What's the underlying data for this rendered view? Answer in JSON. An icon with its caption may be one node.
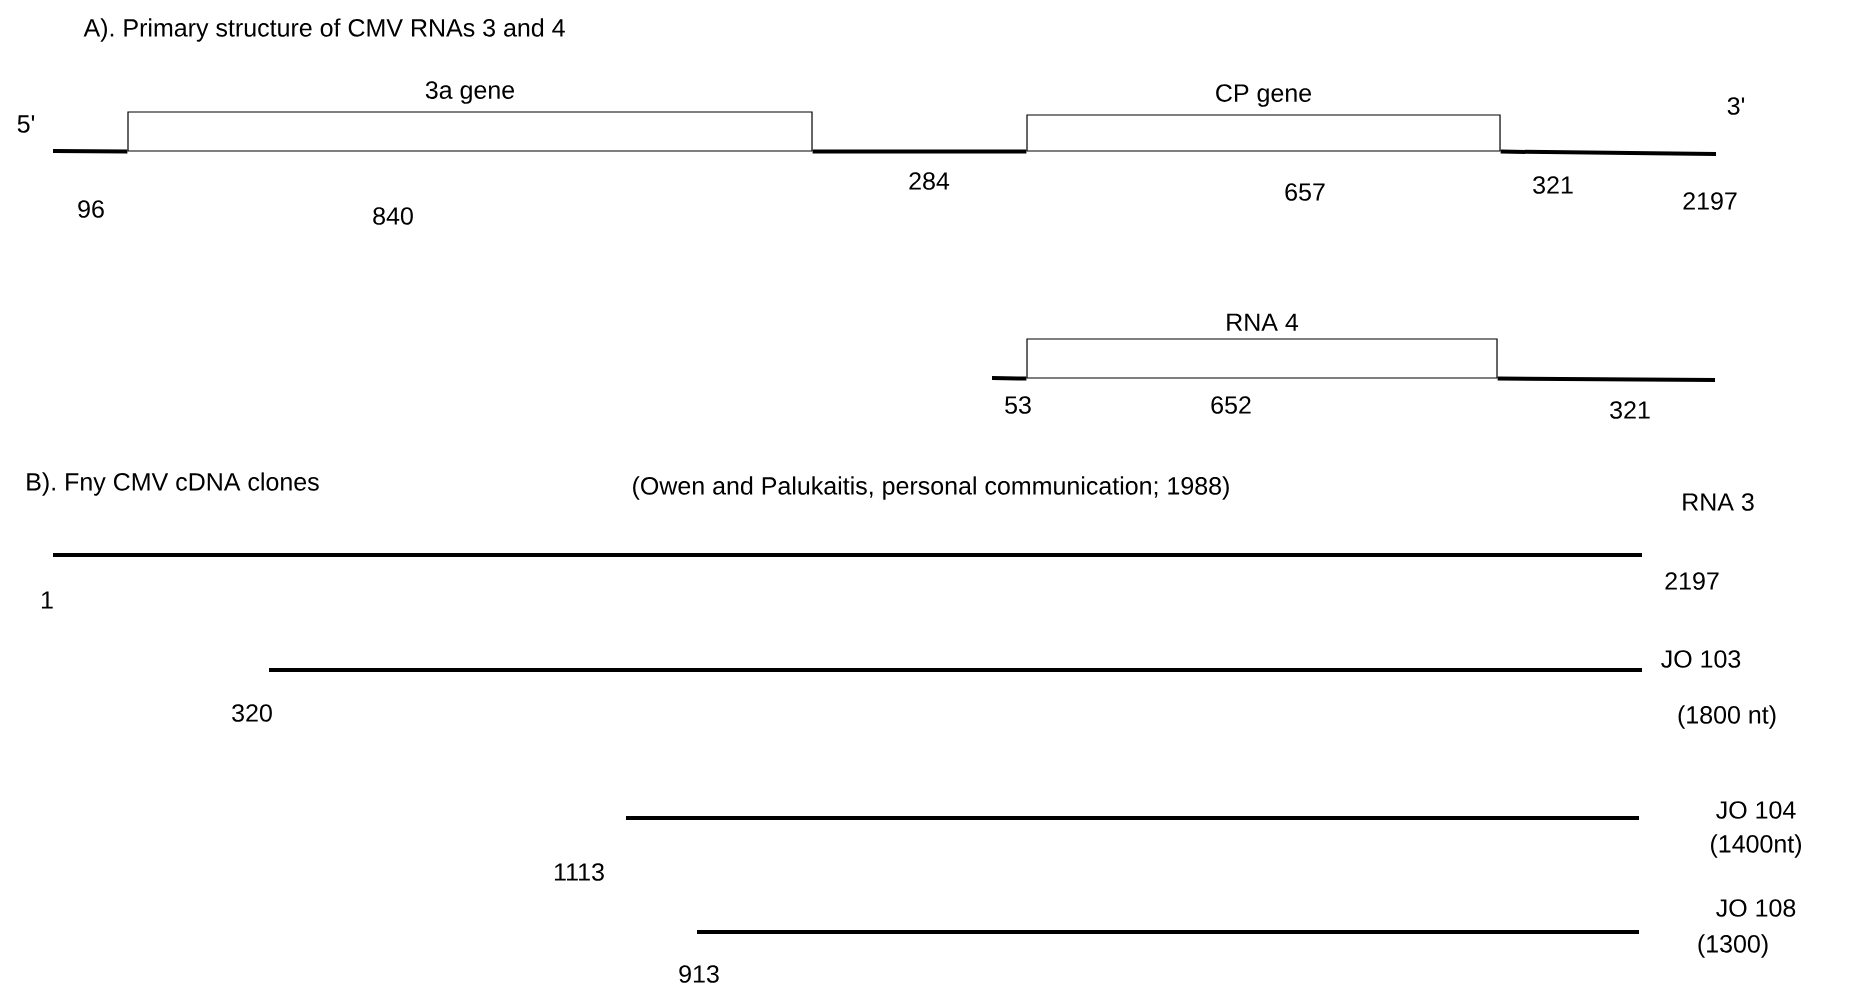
{
  "diagram": {
    "title": "A). Primary structure of CMV RNAs 3 and 4",
    "nodes": [
      {
        "text": [
          "3a gene"
        ],
        "beside": [
          "840"
        ]
      },
      {
        "text": [
          "CP gene"
        ],
        "beside": [
          "657"
        ]
      },
      {
        "text": [
          "RNA 4"
        ],
        "beside": [
          "652"
        ]
      }
    ],
    "edges": [
      {
        "from": null,
        "to": 0,
        "arrow": "none",
        "label": "96"
      },
      {
        "from": 0,
        "to": 1,
        "arrow": "none",
        "label": "284"
      },
      {
        "from": 1,
        "to": null,
        "arrow": "none",
        "label": "321"
      },
      {
        "from": null,
        "to": 2,
        "arrow": "none",
        "label": "53"
      },
      {
        "from": 2,
        "to": null,
        "arrow": "none",
        "label": "321"
      }
    ],
    "labels": [
      "5'",
      "3'",
      "2197",
      "B). Fny CMV cDNA clones",
      "(Owen and Palukaitis, personal communication; 1988)",
      "RNA 3",
      "1",
      "2197",
      "JO 103",
      "320",
      "(1800 nt)",
      "JO 104",
      "(1400nt)",
      "1113",
      "JO 108",
      "(1300)",
      "913"
    ]
  }
}
